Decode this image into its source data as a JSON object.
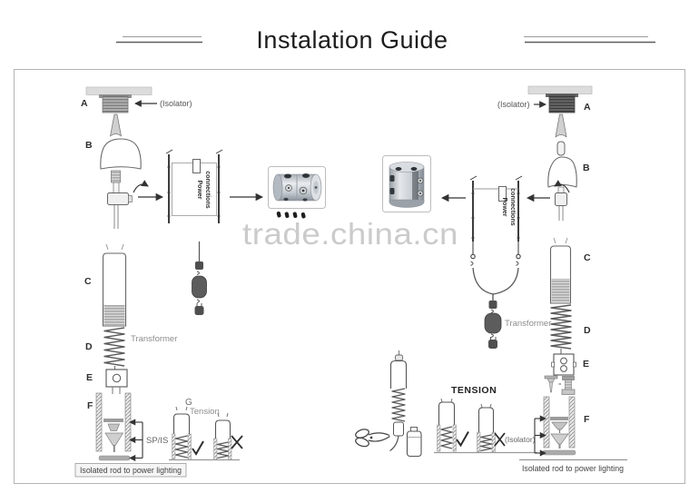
{
  "title": "Instalation Guide",
  "watermark": "trade.china.cn",
  "left": {
    "a": "A",
    "b": "B",
    "c": "C",
    "d": "D",
    "e": "E",
    "f": "F",
    "g": "G",
    "isolator": "(Isolator)",
    "transformer": "Transformer",
    "tension": "Tension",
    "sp_is": "SP/IS",
    "caption": "Isolated rod to power lighting"
  },
  "center": {
    "power_line1": "Power",
    "power_line2": "connections",
    "tension_title": "TENSION",
    "isolator": "(Isolator)"
  },
  "right": {
    "a": "A",
    "b": "B",
    "c": "C",
    "d": "D",
    "e": "E",
    "f": "F",
    "isolator": "(Isolator)",
    "transformer": "Transformer",
    "caption": "Isolated rod to power lighting"
  }
}
